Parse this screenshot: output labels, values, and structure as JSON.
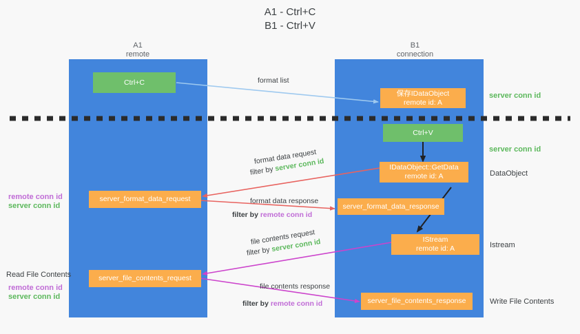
{
  "title": {
    "line1": "A1 - Ctrl+C",
    "line2": "B1 - Ctrl+V"
  },
  "columns": [
    {
      "name": "A1",
      "sub": "remote"
    },
    {
      "name": "B1",
      "sub": "connection"
    }
  ],
  "boxes": {
    "ctrl_c": "Ctrl+C",
    "ctrl_v": "Ctrl+V",
    "save_idataobject_l1": "保存IDataObject",
    "save_idataobject_l2": "remote id: A",
    "getdata_l1": "IDataObject::GetData",
    "getdata_l2": "remote id: A",
    "istream_l1": "IStream",
    "istream_l2": "remote id: A",
    "server_format_data_request": "server_format_data_request",
    "server_format_data_response": "server_format_data_response",
    "server_file_contents_request": "server_file_contents_request",
    "server_file_contents_response": "server_file_contents_response"
  },
  "arrow_labels": {
    "format_list": "format list",
    "format_data_request": "format data request",
    "format_data_request_filter_prefix": "filter by ",
    "format_data_request_filter_value": "server conn id",
    "format_data_response": "format data response",
    "format_data_response_filter_prefix": "filter by ",
    "format_data_response_filter_value": "remote conn id",
    "file_contents_request": "file contents request",
    "file_contents_request_filter_prefix": "filter by ",
    "file_contents_request_filter_value": "server conn id",
    "file_contents_response": "file contents response",
    "file_contents_response_filter_prefix": "filter by ",
    "file_contents_response_filter_value": "remote conn id"
  },
  "right_labels": {
    "server_conn_id_top": "server conn id",
    "server_conn_id_mid": "server conn id",
    "dataobject": "DataObject",
    "istream": "Istream",
    "write_file_contents": "Write File Contents"
  },
  "left_labels": {
    "remote_conn_id_upper": "remote conn id",
    "server_conn_id_upper": "server conn id",
    "read_file_contents": "Read File Contents",
    "remote_conn_id_lower": "remote conn id",
    "server_conn_id_lower": "server conn id"
  },
  "colors": {
    "panel": "#4285dc",
    "orange": "#fbad4c",
    "green_box": "#6fbf6b",
    "green_text": "#5cb85c",
    "purple_text": "#c06cd6",
    "light_blue_arrow": "#9ec9ef",
    "red_arrow": "#e8635f",
    "magenta_arrow": "#cc44cc",
    "black_arrow": "#202124",
    "background": "#f8f8f8"
  }
}
